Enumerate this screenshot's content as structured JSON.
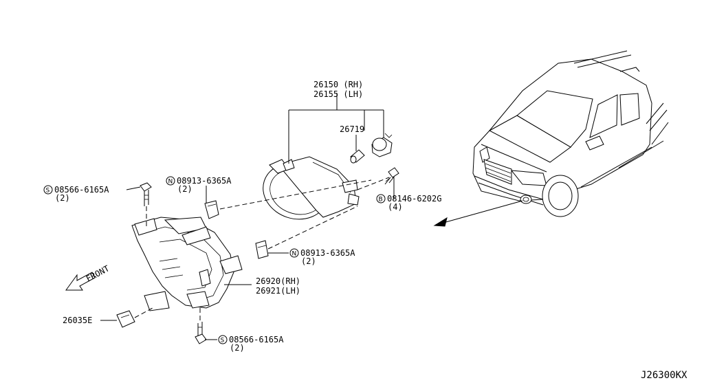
{
  "callouts": {
    "lamp_rh": "26150 (RH)",
    "lamp_lh": "26155 (LH)",
    "bulb": "26719",
    "bolt_top_left": "08566-6165A",
    "bolt_top_left_qty": "(2)",
    "bolt_top_left_symbol": "S",
    "nut_upper": "08913-6365A",
    "nut_upper_qty": "(2)",
    "nut_upper_symbol": "N",
    "bolt_right": "08146-6202G",
    "bolt_right_qty": "(4)",
    "bolt_right_symbol": "B",
    "nut_lower": "08913-6365A",
    "nut_lower_qty": "(2)",
    "nut_lower_symbol": "N",
    "bracket_rh": "26920(RH)",
    "bracket_lh": "26921(LH)",
    "clip": "26035E",
    "bolt_bottom": "08566-6165A",
    "bolt_bottom_qty": "(2)",
    "bolt_bottom_symbol": "S"
  },
  "front_label": "FRONT",
  "diagram_code": "J26300KX",
  "colors": {
    "ink": "#000000",
    "paper": "#ffffff"
  }
}
